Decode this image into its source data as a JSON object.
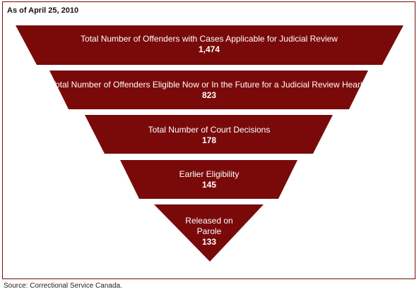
{
  "header": {
    "as_of": "As of April 25, 2010"
  },
  "colors": {
    "stage_fill": "#7a0a0a",
    "stage_text": "#ffffff",
    "frame_border": "#7a0a0a"
  },
  "funnel": {
    "stages": [
      {
        "label": "Total Number of Offenders with Cases Applicable for Judicial Review",
        "value": "1,474"
      },
      {
        "label": "Total Number of Offenders Eligible Now or In the Future for a Judicial Review Hearing",
        "value": "823"
      },
      {
        "label": "Total Number of Court Decisions",
        "value": "178"
      },
      {
        "label": "Earlier Eligibility",
        "value": "145"
      },
      {
        "label_line1": "Released on",
        "label_line2": "Parole",
        "value": "133"
      }
    ]
  },
  "footer": {
    "source": "Source: Correctional Service Canada."
  }
}
